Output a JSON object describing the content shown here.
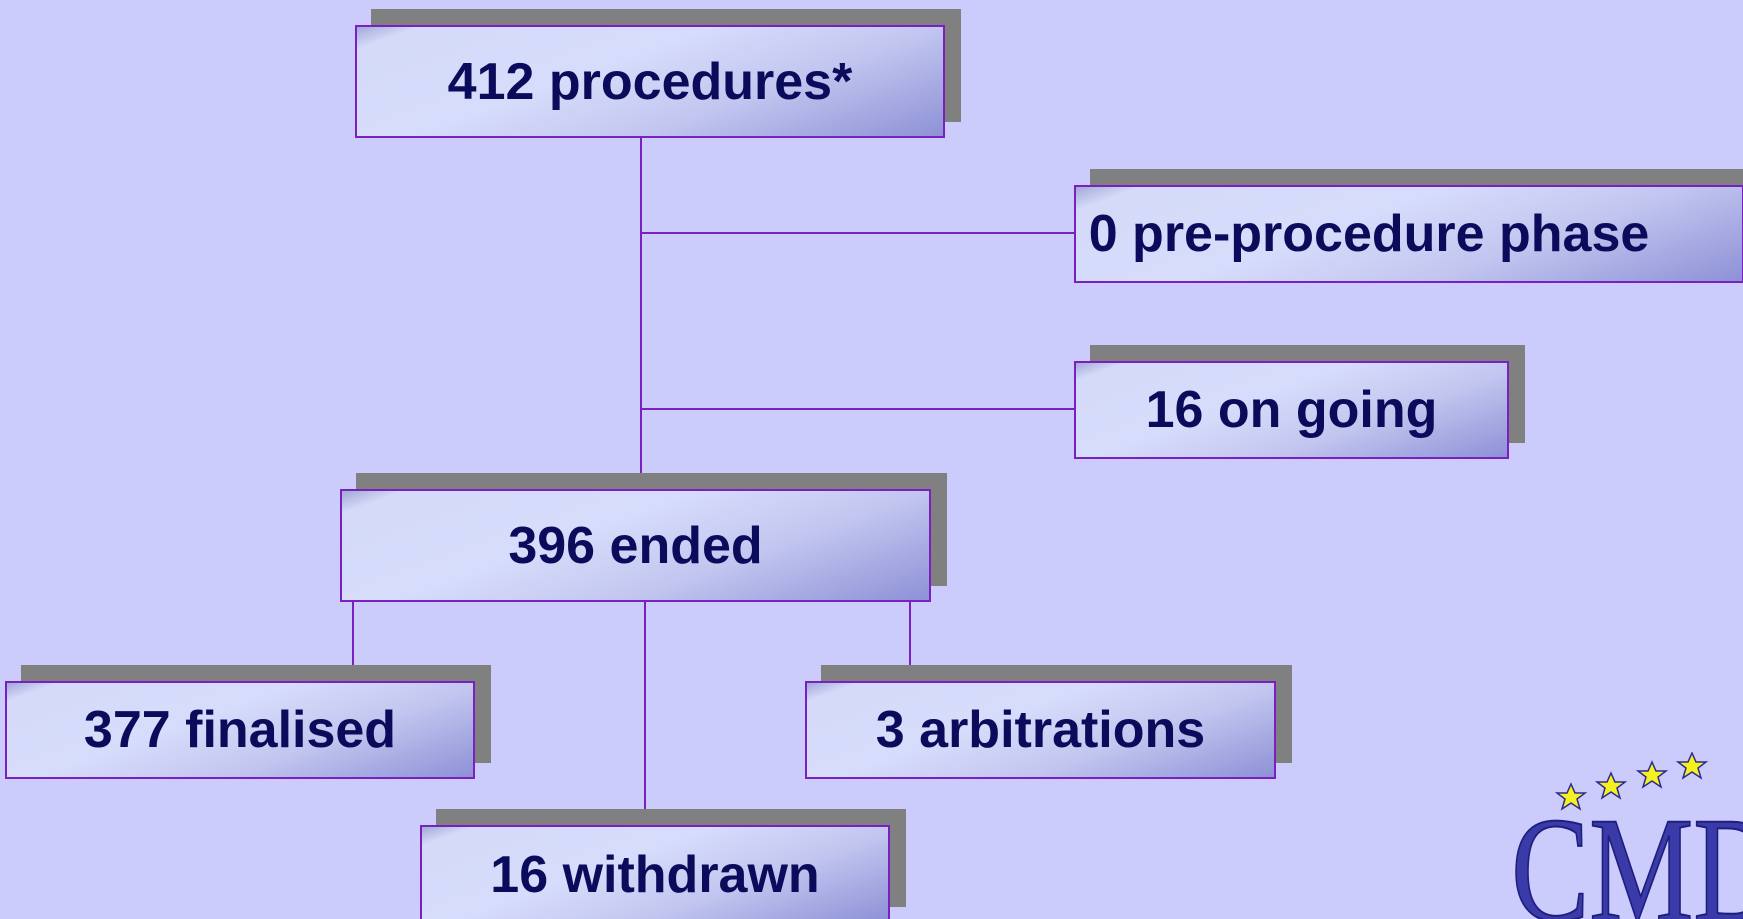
{
  "nodes": {
    "root": "412 procedures*",
    "pre_procedure": "0 pre-procedure phase",
    "ongoing": "16 on going",
    "ended": "396 ended",
    "finalised": "377 finalised",
    "arbitrations": "3 arbitrations",
    "withdrawn": "16 withdrawn"
  },
  "logo": {
    "text": "CMD",
    "colors": {
      "letters": "#3a3aa8",
      "stars": "#f5f020"
    }
  },
  "colors": {
    "background": "#ccccfc",
    "connector": "#7a1fc0",
    "text": "#0b0b5c",
    "shadow": "#808080"
  }
}
